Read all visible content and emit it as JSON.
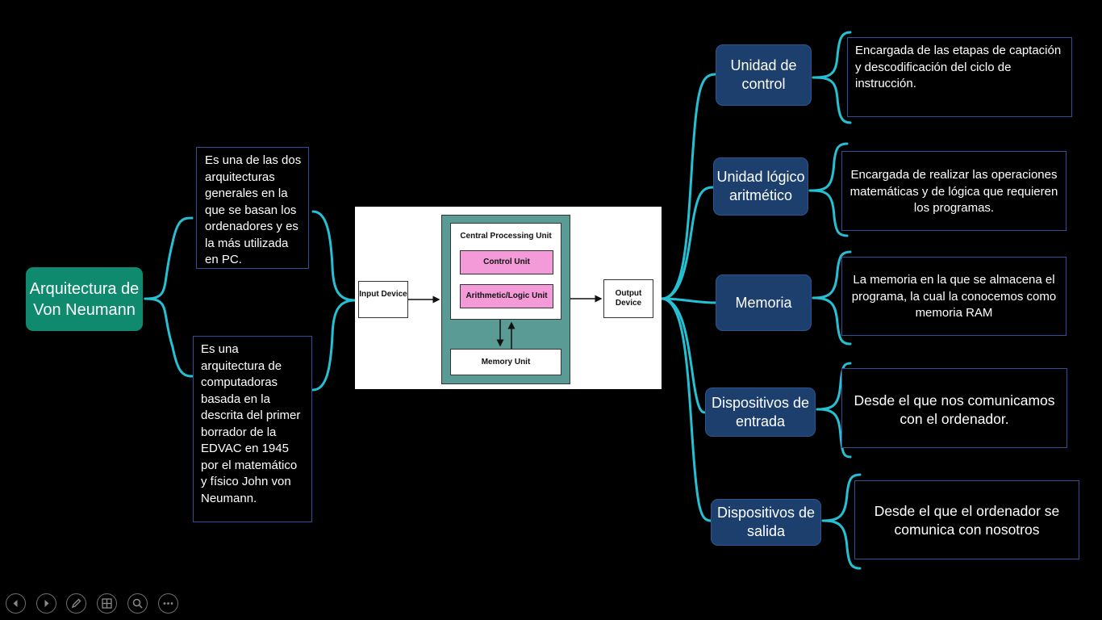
{
  "root": {
    "title": "Arquitectura de Von Neumann"
  },
  "descriptions": [
    "Es una de las dos arquitecturas generales en la que se basan los ordenadores y es la más utilizada en PC.",
    "Es una arquitectura de computadoras basada en la descrita del primer borrador de la EDVAC en 1945 por el matemático y físico John von Neumann."
  ],
  "diagram": {
    "cpu": "Central Processing Unit",
    "control_unit": "Control Unit",
    "alu": "Arithmetic/Logic Unit",
    "memory_unit": "Memory Unit",
    "input_device": "Input Device",
    "output_device": "Output Device"
  },
  "components": [
    {
      "title": "Unidad de control",
      "info": "Encargada de las etapas de captación y descodificación del ciclo de instrucción."
    },
    {
      "title": "Unidad lógico aritmético",
      "info": "Encargada de realizar las operaciones matemáticas y de lógica que requieren los programas."
    },
    {
      "title": "Memoria",
      "info": "La memoria en la que se almacena el programa, la cual la conocemos como memoria RAM"
    },
    {
      "title": "Dispositivos de entrada",
      "info": "Desde el que nos comunicamos con el ordenador."
    },
    {
      "title": "Dispositivos de salida",
      "info": "Desde el que el ordenador se comunica con nosotros"
    }
  ],
  "colors": {
    "connector": "#26c0d3",
    "root": "#0f8a6e",
    "component": "#1c3f6e",
    "info_border": "#2f4f9a"
  },
  "toolbar": {
    "icons": [
      "previous-slide-icon",
      "next-slide-icon",
      "pen-icon",
      "slides-grid-icon",
      "zoom-icon",
      "more-options-icon"
    ]
  }
}
